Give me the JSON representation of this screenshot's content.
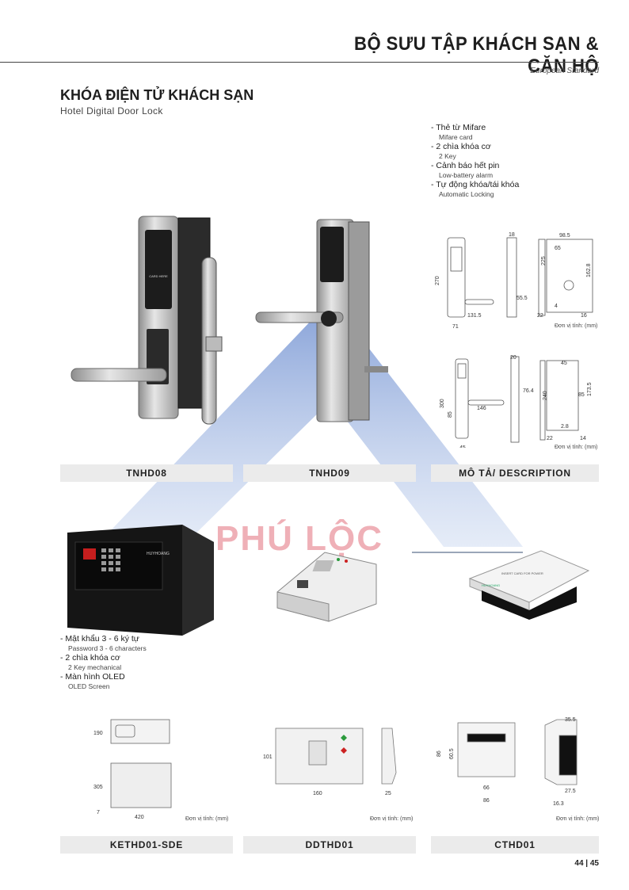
{
  "header": {
    "title": "BỘ SƯU TẬP KHÁCH SẠN & CĂN HỘ",
    "subtitle": "European Standard"
  },
  "section": {
    "title": "KHÓA ĐIỆN TỬ KHÁCH SẠN",
    "subtitle": "Hotel Digital Door Lock"
  },
  "lock_features": [
    {
      "vn": "- Thẻ từ Mifare",
      "en": "Mifare card"
    },
    {
      "vn": "- 2 chìa khóa cơ",
      "en": "2 Key"
    },
    {
      "vn": "- Cảnh báo hết pin",
      "en": "Low-battery alarm"
    },
    {
      "vn": "- Tự động khóa/tái khóa",
      "en": "Automatic Locking"
    }
  ],
  "safe_features": [
    {
      "vn": "- Mật khẩu 3 - 6 ký tự",
      "en": "Password 3 - 6 characters"
    },
    {
      "vn": "- 2 chìa khóa cơ",
      "en": "2 Key mechanical"
    },
    {
      "vn": "- Màn hình OLED",
      "en": "OLED Screen"
    }
  ],
  "labels": {
    "tnhd08": "TNHD08",
    "tnhd09": "TNHD09",
    "description": "MÔ TẢ/ DESCRIPTION",
    "kethd01": "KETHD01-SDE",
    "ddthd01": "DDTHD01",
    "cthd01": "CTHD01"
  },
  "unit_note": "Đơn vị tính: (mm)",
  "lock_card_text": "CARD HERE",
  "safe_brand": "HUYHOANG",
  "switch_card_text": "INSERT CARD FOR POWER",
  "switch_brand": "HUYHOANG",
  "dims_lock1": {
    "a": "270",
    "b": "71",
    "c": "131.5",
    "d": "18",
    "e": "55.5",
    "f": "98.5",
    "g": "65",
    "h": "225",
    "i": "162.8",
    "j": "4",
    "k": "22",
    "l": "16"
  },
  "dims_lock2": {
    "a": "300",
    "b": "85",
    "c": "146",
    "d": "45",
    "e": "20",
    "f": "76.4",
    "g": "45",
    "h": "240",
    "i": "85",
    "j": "173.5",
    "k": "2.8",
    "l": "22",
    "m": "14"
  },
  "dims_safe": {
    "a": "190",
    "b": "305",
    "c": "7",
    "d": "420"
  },
  "dims_dd": {
    "a": "101",
    "b": "160",
    "c": "25"
  },
  "dims_ct": {
    "a": "86",
    "b": "60.5",
    "c": "66",
    "d": "86",
    "e": "35.5",
    "f": "27.5",
    "g": "16.3"
  },
  "watermark": "PHÚ LỘC",
  "page_number": "44 | 45",
  "colors": {
    "watermark_blue": "#7f9fd6",
    "watermark_red": "#dc505f",
    "label_bg": "#ebebeb"
  }
}
